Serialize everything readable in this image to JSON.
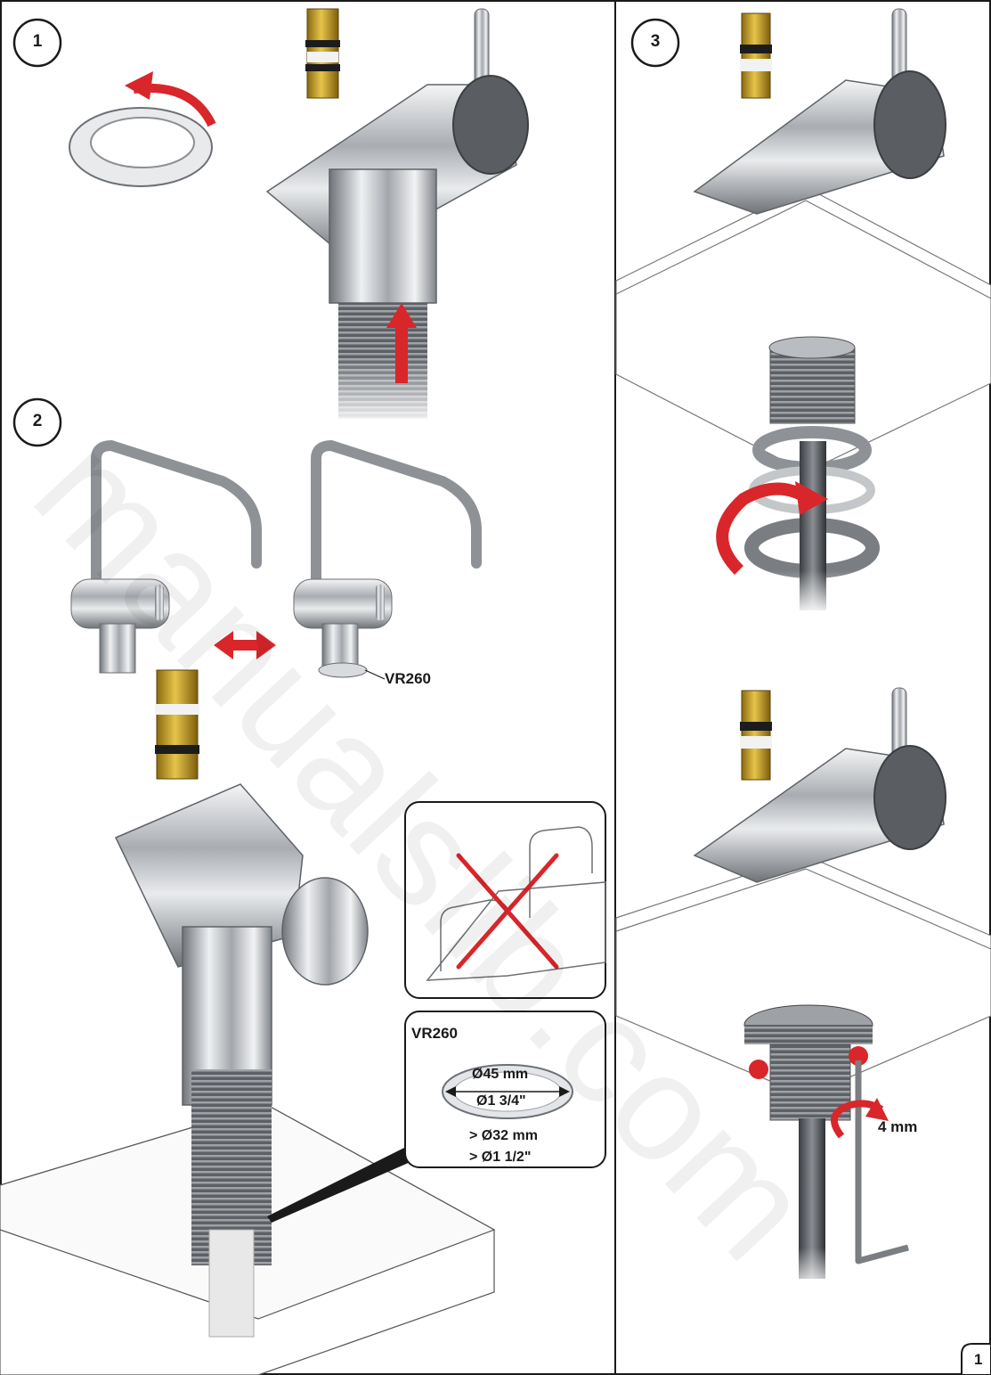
{
  "steps": {
    "step1": {
      "number": "1"
    },
    "step2": {
      "number": "2",
      "model_label": "VR260"
    },
    "step3": {
      "number": "3",
      "wrench_size": "4 mm"
    }
  },
  "info_box": {
    "title": "VR260",
    "diameter_mm": "Ø45 mm",
    "diameter_in": "Ø1 3/4\"",
    "hole_mm": "> Ø32 mm",
    "hole_in": "> Ø1 1/2\""
  },
  "page_number": "1",
  "watermark": "manualslib.com",
  "colors": {
    "accent_red": "#d9262b",
    "brass": "#c9a227",
    "chrome": "#b9bcc0",
    "frame": "#1a1a1a"
  }
}
